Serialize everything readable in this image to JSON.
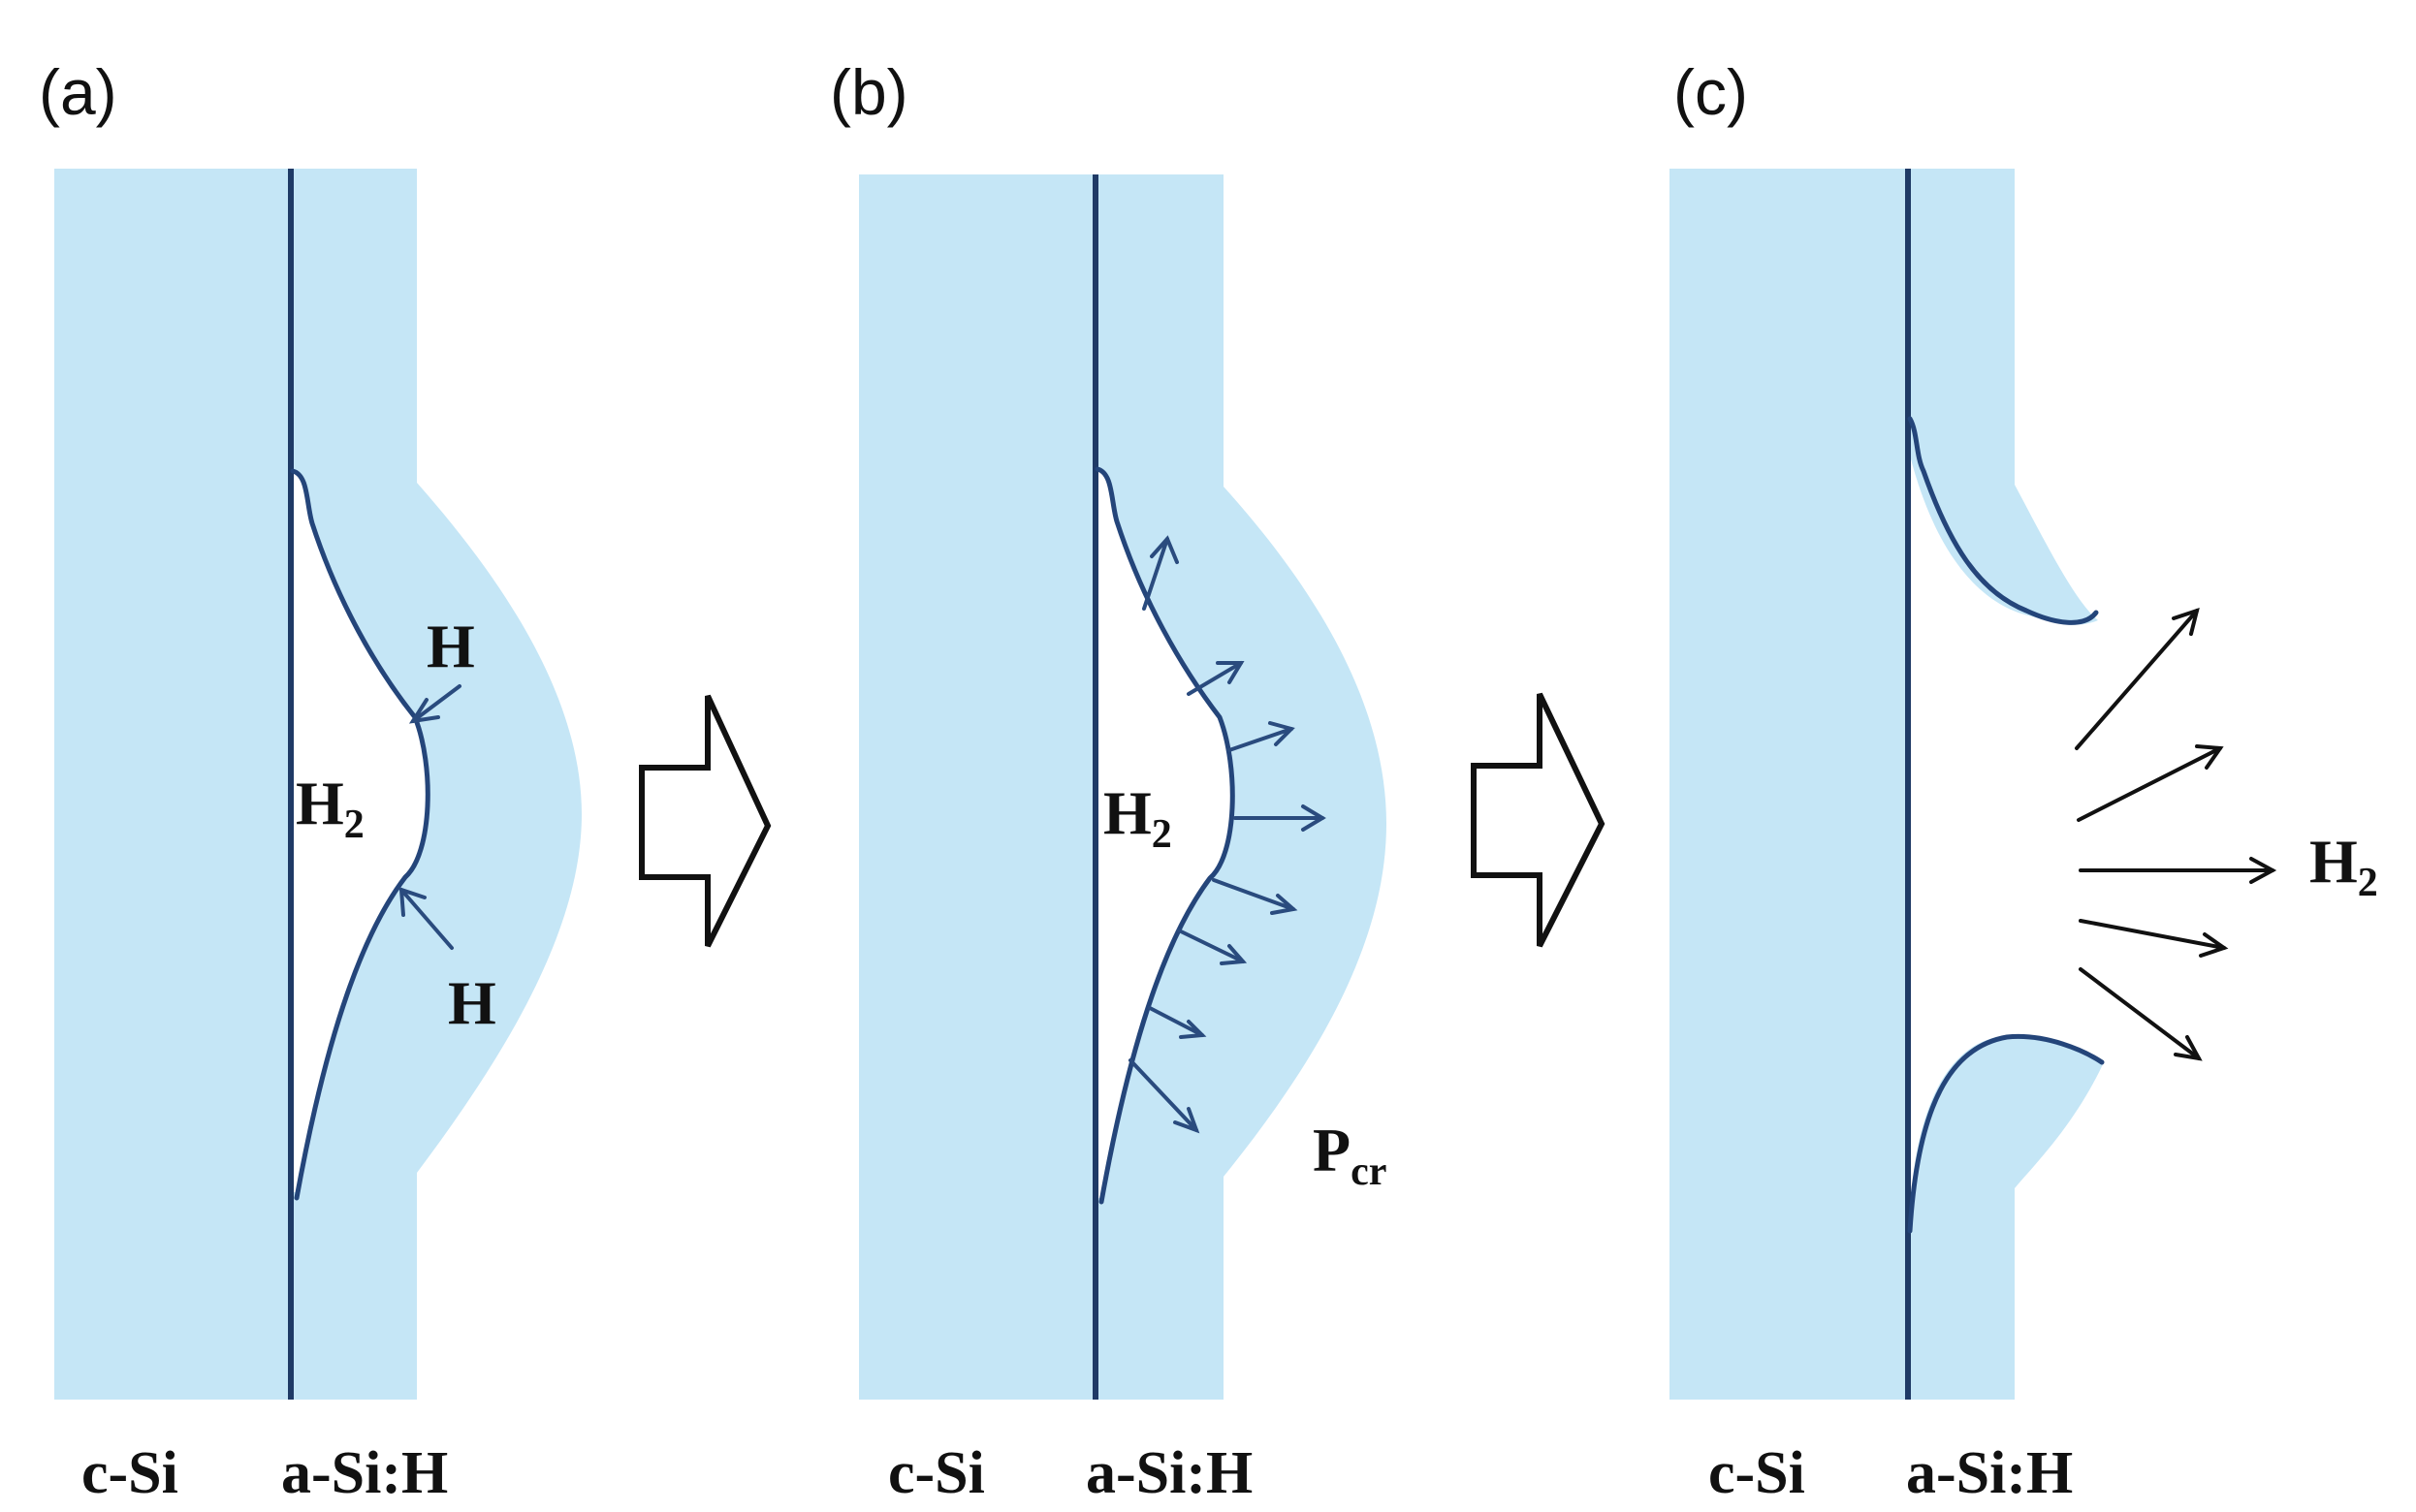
{
  "panels": [
    {
      "label": "(a)",
      "layer_left": "c-Si",
      "layer_right": "a-Si:H",
      "gas": {
        "base": "H",
        "subscript": "2"
      },
      "atom_top": "H",
      "atom_bottom": "H"
    },
    {
      "label": "(b)",
      "layer_left": "c-Si",
      "layer_right": "a-Si:H",
      "gas": {
        "base": "H",
        "subscript": "2"
      },
      "pressure": {
        "base": "P",
        "subscript": "cr"
      }
    },
    {
      "label": "(c)",
      "layer_left": "c-Si",
      "layer_right": "a-Si:H",
      "gas": {
        "base": "H",
        "subscript": "2"
      }
    }
  ],
  "colors": {
    "layer_fill": "#c5e6f6",
    "interface_line": "#1f3a66",
    "arrow_blue": "#2a4b7e",
    "arrow_black": "#111111"
  },
  "icons": [
    "block-arrow-right-icon",
    "block-arrow-right-icon"
  ]
}
